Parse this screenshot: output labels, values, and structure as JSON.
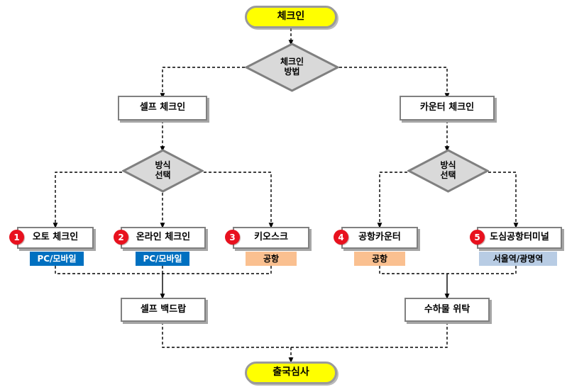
{
  "diagram": {
    "title_text": "",
    "colors": {
      "terminator_fill": "#ffff00",
      "terminator_border": "#9a9a9a",
      "decision_fill": "#d9d9d9",
      "decision_border": "#808080",
      "process_fill": "#ffffff",
      "process_border": "#808080",
      "badge_fill": "#e8111e",
      "tag_blue": "#0070c0",
      "tag_peach": "#fac090",
      "tag_light_blue": "#b8cce4",
      "connector": "#000000"
    },
    "nodes": {
      "start": {
        "label": "체크인",
        "shape": "terminator"
      },
      "decision_method": {
        "label": "체크인\n방법",
        "shape": "decision"
      },
      "self_checkin": {
        "label": "셀프 체크인",
        "shape": "process"
      },
      "counter_checkin": {
        "label": "카운터 체크인",
        "shape": "process"
      },
      "decision_self_mode": {
        "label": "방식\n선택",
        "shape": "decision"
      },
      "decision_counter_mode": {
        "label": "방식\n선택",
        "shape": "decision"
      },
      "self_bagdrop": {
        "label": "셀프 백드랍",
        "shape": "process"
      },
      "baggage_check": {
        "label": "수하물 위탁",
        "shape": "process"
      },
      "end": {
        "label": "출국심사",
        "shape": "terminator"
      }
    },
    "leaves": [
      {
        "number": "1",
        "label": "오토 체크인",
        "tag": "PC/모바일",
        "tag_style": "blue"
      },
      {
        "number": "2",
        "label": "온라인 체크인",
        "tag": "PC/모바일",
        "tag_style": "blue"
      },
      {
        "number": "3",
        "label": "키오스크",
        "tag": "공항",
        "tag_style": "peach"
      },
      {
        "number": "4",
        "label": "공항카운터",
        "tag": "공항",
        "tag_style": "peach"
      },
      {
        "number": "5",
        "label": "도심공항터미널",
        "tag": "서울역/광명역",
        "tag_style": "lblue"
      }
    ]
  }
}
